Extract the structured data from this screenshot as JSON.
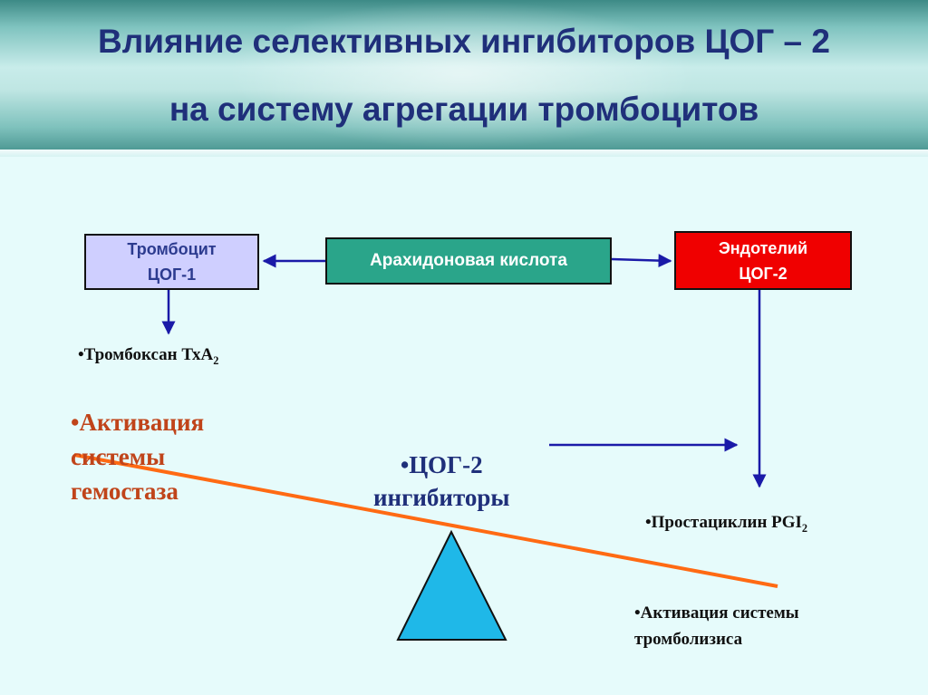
{
  "title": {
    "line1": "Влияние селективных ингибиторов ЦОГ – 2",
    "line2": "на систему агрегации тромбоцитов"
  },
  "boxes": {
    "platelet": {
      "line1": "Тромбоцит",
      "line2": "ЦОГ-1",
      "color": "#cfcfff"
    },
    "arachidonic": {
      "label": "Арахидоновая кислота",
      "color": "#2aa58a"
    },
    "endothelium": {
      "line1": "Эндотелий",
      "line2": "ЦОГ-2",
      "color": "#f00000"
    }
  },
  "products": {
    "thromboxane_text": "•Тромбоксан ТхА",
    "thromboxane_sub": "2",
    "prostacyclin_text": "•Простациклин PGI",
    "prostacyclin_sub": "2"
  },
  "effects": {
    "hemostasis": [
      "•Активация",
      "системы",
      "гемостаза"
    ],
    "thrombolysis": [
      "•Активация системы",
      "тромболизиса"
    ]
  },
  "inhibitors": [
    "•ЦОГ-2",
    "ингибиторы"
  ],
  "colors": {
    "title": "#1f2f7a",
    "arrows": "#1a1aa8",
    "lever": "#ff6a13",
    "fulcrum": "#1fb8e8",
    "hemostasis_text": "#c0441a"
  }
}
